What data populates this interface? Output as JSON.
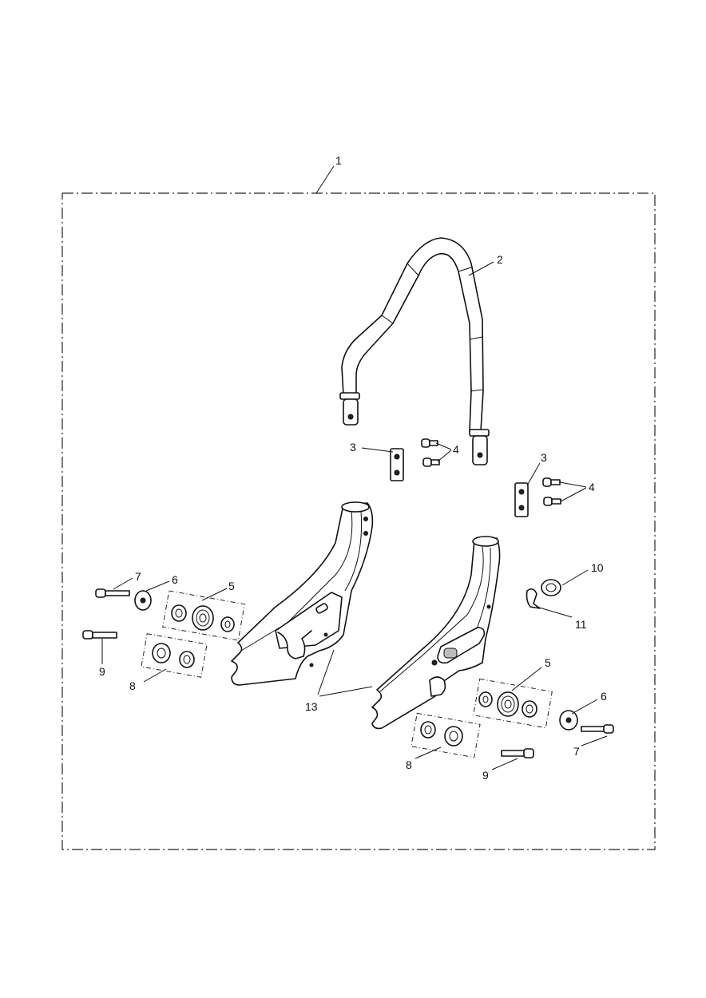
{
  "diagram": {
    "callouts": {
      "c1": "1",
      "c2": "2",
      "c3a": "3",
      "c3b": "3",
      "c4a": "4",
      "c4b": "4",
      "c5a": "5",
      "c5b": "5",
      "c6a": "6",
      "c6b": "6",
      "c7a": "7",
      "c7b": "7",
      "c8a": "8",
      "c8b": "8",
      "c9a": "9",
      "c9b": "9",
      "c10": "10",
      "c11": "11",
      "c13": "13"
    }
  }
}
